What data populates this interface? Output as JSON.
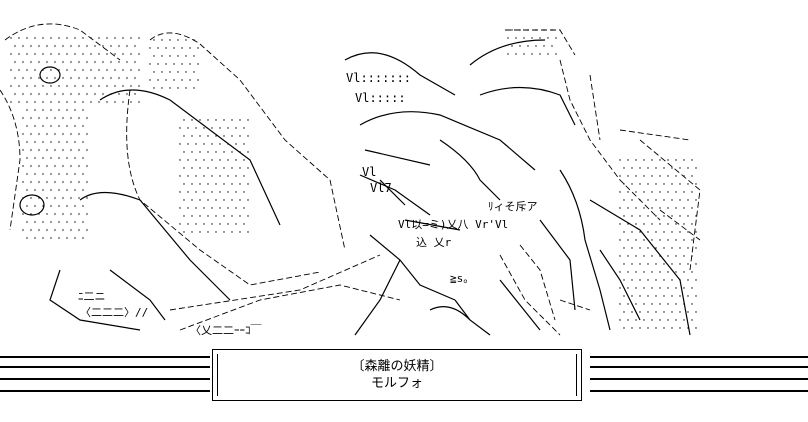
{
  "caption": {
    "title": "〔森離の妖精〕",
    "subtitle": "モルフォ"
  },
  "art": {
    "fragments": [
      "Vl:::::::",
      "Vl:::::",
      "Vl",
      "Vl7",
      "Vl以=ミ)乂八  Vr'Vl",
      "ﾘィそ斥ア",
      "込  乂r",
      "≧s。",
      "ﾆ二ニ",
      "〈二二二〉//",
      "〈乂二二ｰｰｺ￣"
    ]
  },
  "colors": {
    "ink": "#000000",
    "paper": "#ffffff"
  }
}
